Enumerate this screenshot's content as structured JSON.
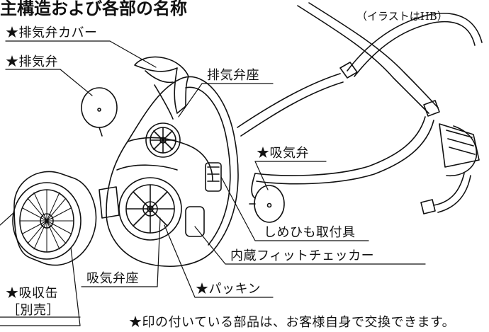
{
  "title": "主構造および各部の名称",
  "illustration_note": "（イラストはHB）",
  "labels": {
    "exhaust_valve_cover": "★排気弁カバー",
    "exhaust_valve": "★排気弁",
    "exhaust_valve_seat": "排気弁座",
    "intake_valve": "★吸気弁",
    "strap_fitting": "しめひも取付具",
    "fit_checker": "内蔵フィットチェッカー",
    "intake_valve_seat": "吸気弁座",
    "packing": "★パッキン",
    "canister": "★吸収缶",
    "sold_separately": "［別売］"
  },
  "footer_note": "★印の付いている部品は、お客様自身で交換できます。"
}
